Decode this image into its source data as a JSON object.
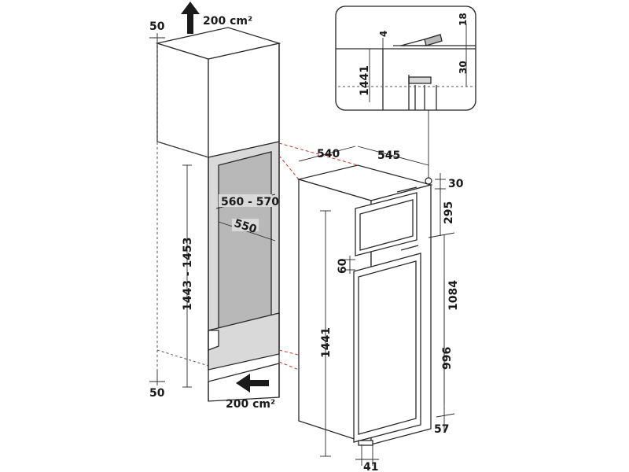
{
  "labels": {
    "top_vent": "200 cm²",
    "bottom_vent": "200 cm²",
    "top_gap": "50",
    "bottom_gap": "50",
    "niche_height": "1443 - 1453",
    "niche_width": "560 - 570",
    "niche_depth": "550",
    "fridge_depth": "540",
    "fridge_width": "545",
    "top_offset": "30",
    "door_upper": "295",
    "door_gap": "60",
    "fridge_height": "1441",
    "lower_section": "1084",
    "lower_door": "996",
    "base_offset": "57",
    "foot_offset": "41",
    "detail_4": "4",
    "detail_18": "18",
    "detail_30": "30",
    "detail_1441": "1441"
  }
}
